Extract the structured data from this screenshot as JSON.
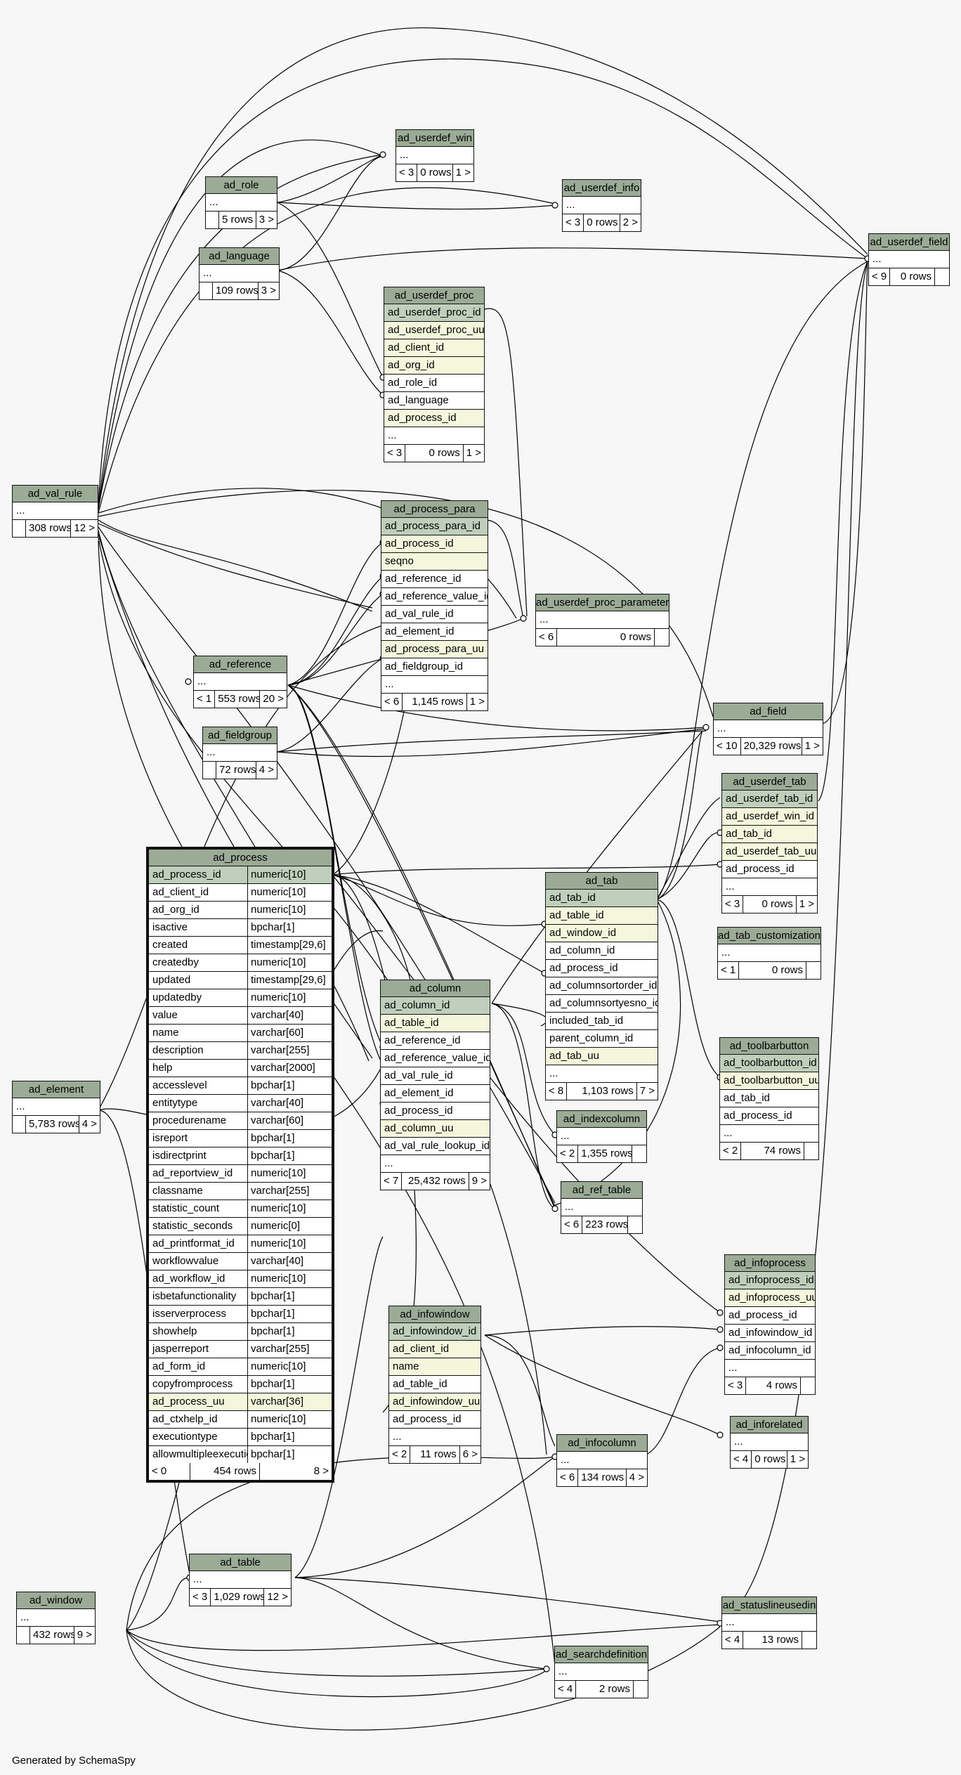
{
  "tables": [
    {
      "id": "ad_userdef_win",
      "name": "ad_userdef_win",
      "rows": [
        "..."
      ],
      "footer": [
        "< 3",
        "0 rows",
        "1 >"
      ]
    },
    {
      "id": "ad_role",
      "name": "ad_role",
      "rows": [
        "..."
      ],
      "footer": [
        "",
        "5 rows",
        "3 >"
      ]
    },
    {
      "id": "ad_userdef_info",
      "name": "ad_userdef_info",
      "rows": [
        "..."
      ],
      "footer": [
        "< 3",
        "0 rows",
        "2 >"
      ]
    },
    {
      "id": "ad_language",
      "name": "ad_language",
      "rows": [
        "..."
      ],
      "footer": [
        "",
        "109 rows",
        "3 >"
      ]
    },
    {
      "id": "ad_userdef_field",
      "name": "ad_userdef_field",
      "rows": [
        "..."
      ],
      "footer": [
        "< 9",
        "0 rows",
        ""
      ]
    },
    {
      "id": "ad_userdef_proc",
      "name": "ad_userdef_proc",
      "rows": [
        {
          "n": "ad_userdef_proc_id",
          "k": "pk"
        },
        {
          "n": "ad_userdef_proc_uu",
          "k": "uk"
        },
        {
          "n": "ad_client_id",
          "k": "uk"
        },
        {
          "n": "ad_org_id",
          "k": "uk"
        },
        {
          "n": "ad_role_id"
        },
        {
          "n": "ad_language"
        },
        {
          "n": "ad_process_id",
          "k": "uk"
        },
        {
          "n": "..."
        }
      ],
      "footer": [
        "< 3",
        "0 rows",
        "1 >"
      ]
    },
    {
      "id": "ad_val_rule",
      "name": "ad_val_rule",
      "rows": [
        "..."
      ],
      "footer": [
        "",
        "308 rows",
        "12 >"
      ]
    },
    {
      "id": "ad_process_para",
      "name": "ad_process_para",
      "rows": [
        {
          "n": "ad_process_para_id",
          "k": "pk"
        },
        {
          "n": "ad_process_id",
          "k": "uk"
        },
        {
          "n": "seqno",
          "k": "uk"
        },
        {
          "n": "ad_reference_id"
        },
        {
          "n": "ad_reference_value_id"
        },
        {
          "n": "ad_val_rule_id"
        },
        {
          "n": "ad_element_id"
        },
        {
          "n": "ad_process_para_uu",
          "k": "uk"
        },
        {
          "n": "ad_fieldgroup_id"
        },
        {
          "n": "..."
        }
      ],
      "footer": [
        "< 6",
        "1,145 rows",
        "1 >"
      ]
    },
    {
      "id": "ad_userdef_proc_parameter",
      "name": "ad_userdef_proc_parameter",
      "rows": [
        "..."
      ],
      "footer": [
        "< 6",
        "0 rows",
        ""
      ]
    },
    {
      "id": "ad_reference",
      "name": "ad_reference",
      "rows": [
        "..."
      ],
      "footer": [
        "< 1",
        "553 rows",
        "20 >"
      ]
    },
    {
      "id": "ad_field",
      "name": "ad_field",
      "rows": [
        "..."
      ],
      "footer": [
        "< 10",
        "20,329 rows",
        "1 >"
      ]
    },
    {
      "id": "ad_fieldgroup",
      "name": "ad_fieldgroup",
      "rows": [
        "..."
      ],
      "footer": [
        "",
        "72 rows",
        "4 >"
      ]
    },
    {
      "id": "ad_userdef_tab",
      "name": "ad_userdef_tab",
      "rows": [
        {
          "n": "ad_userdef_tab_id",
          "k": "pk"
        },
        {
          "n": "ad_userdef_win_id",
          "k": "uk"
        },
        {
          "n": "ad_tab_id",
          "k": "uk"
        },
        {
          "n": "ad_userdef_tab_uu",
          "k": "uk"
        },
        {
          "n": "ad_process_id"
        },
        {
          "n": "..."
        }
      ],
      "footer": [
        "< 3",
        "0 rows",
        "1 >"
      ]
    },
    {
      "id": "ad_tab",
      "name": "ad_tab",
      "rows": [
        {
          "n": "ad_tab_id",
          "k": "pk"
        },
        {
          "n": "ad_table_id",
          "k": "uk"
        },
        {
          "n": "ad_window_id",
          "k": "uk"
        },
        {
          "n": "ad_column_id"
        },
        {
          "n": "ad_process_id"
        },
        {
          "n": "ad_columnsortorder_id"
        },
        {
          "n": "ad_columnsortyesno_id"
        },
        {
          "n": "included_tab_id"
        },
        {
          "n": "parent_column_id"
        },
        {
          "n": "ad_tab_uu",
          "k": "uk"
        },
        {
          "n": "..."
        }
      ],
      "footer": [
        "< 8",
        "1,103 rows",
        "7 >"
      ]
    },
    {
      "id": "ad_tab_customization",
      "name": "ad_tab_customization",
      "rows": [
        "..."
      ],
      "footer": [
        "< 1",
        "0 rows",
        ""
      ]
    },
    {
      "id": "ad_column",
      "name": "ad_column",
      "rows": [
        {
          "n": "ad_column_id",
          "k": "pk"
        },
        {
          "n": "ad_table_id",
          "k": "uk"
        },
        {
          "n": "ad_reference_id"
        },
        {
          "n": "ad_reference_value_id"
        },
        {
          "n": "ad_val_rule_id"
        },
        {
          "n": "ad_element_id"
        },
        {
          "n": "ad_process_id"
        },
        {
          "n": "ad_column_uu",
          "k": "uk"
        },
        {
          "n": "ad_val_rule_lookup_id"
        },
        {
          "n": "..."
        }
      ],
      "footer": [
        "< 7",
        "25,432 rows",
        "9 >"
      ]
    },
    {
      "id": "ad_toolbarbutton",
      "name": "ad_toolbarbutton",
      "rows": [
        {
          "n": "ad_toolbarbutton_id",
          "k": "pk"
        },
        {
          "n": "ad_toolbarbutton_uu",
          "k": "uk"
        },
        {
          "n": "ad_tab_id"
        },
        {
          "n": "ad_process_id"
        },
        {
          "n": "..."
        }
      ],
      "footer": [
        "< 2",
        "74 rows",
        ""
      ]
    },
    {
      "id": "ad_element",
      "name": "ad_element",
      "rows": [
        "..."
      ],
      "footer": [
        "",
        "5,783 rows",
        "4 >"
      ]
    },
    {
      "id": "ad_indexcolumn",
      "name": "ad_indexcolumn",
      "rows": [
        "..."
      ],
      "footer": [
        "< 2",
        "1,355 rows",
        ""
      ]
    },
    {
      "id": "ad_ref_table",
      "name": "ad_ref_table",
      "rows": [
        "..."
      ],
      "footer": [
        "< 6",
        "223 rows",
        ""
      ]
    },
    {
      "id": "ad_infoprocess",
      "name": "ad_infoprocess",
      "rows": [
        {
          "n": "ad_infoprocess_id",
          "k": "pk"
        },
        {
          "n": "ad_infoprocess_uu",
          "k": "uk"
        },
        {
          "n": "ad_process_id"
        },
        {
          "n": "ad_infowindow_id"
        },
        {
          "n": "ad_infocolumn_id"
        },
        {
          "n": "..."
        }
      ],
      "footer": [
        "< 3",
        "4 rows",
        ""
      ]
    },
    {
      "id": "ad_infowindow",
      "name": "ad_infowindow",
      "rows": [
        {
          "n": "ad_infowindow_id",
          "k": "pk"
        },
        {
          "n": "ad_client_id",
          "k": "uk"
        },
        {
          "n": "name",
          "k": "uk"
        },
        {
          "n": "ad_table_id"
        },
        {
          "n": "ad_infowindow_uu",
          "k": "uk"
        },
        {
          "n": "ad_process_id"
        },
        {
          "n": "..."
        }
      ],
      "footer": [
        "< 2",
        "11 rows",
        "6 >"
      ]
    },
    {
      "id": "ad_inforelated",
      "name": "ad_inforelated",
      "rows": [
        "..."
      ],
      "footer": [
        "< 4",
        "0 rows",
        "1 >"
      ]
    },
    {
      "id": "ad_infocolumn",
      "name": "ad_infocolumn",
      "rows": [
        "..."
      ],
      "footer": [
        "< 6",
        "134 rows",
        "4 >"
      ]
    },
    {
      "id": "ad_table",
      "name": "ad_table",
      "rows": [
        "..."
      ],
      "footer": [
        "< 3",
        "1,029 rows",
        "12 >"
      ]
    },
    {
      "id": "ad_window",
      "name": "ad_window",
      "rows": [
        "..."
      ],
      "footer": [
        "",
        "432 rows",
        "9 >"
      ]
    },
    {
      "id": "ad_statuslineusedin",
      "name": "ad_statuslineusedin",
      "rows": [
        "..."
      ],
      "footer": [
        "< 4",
        "13 rows",
        ""
      ]
    },
    {
      "id": "ad_searchdefinition",
      "name": "ad_searchdefinition",
      "rows": [
        "..."
      ],
      "footer": [
        "< 4",
        "2 rows",
        ""
      ]
    }
  ],
  "ad_process": {
    "name": "ad_process",
    "columns": [
      {
        "n": "ad_process_id",
        "t": "numeric[10]",
        "k": "pk"
      },
      {
        "n": "ad_client_id",
        "t": "numeric[10]"
      },
      {
        "n": "ad_org_id",
        "t": "numeric[10]"
      },
      {
        "n": "isactive",
        "t": "bpchar[1]"
      },
      {
        "n": "created",
        "t": "timestamp[29,6]"
      },
      {
        "n": "createdby",
        "t": "numeric[10]"
      },
      {
        "n": "updated",
        "t": "timestamp[29,6]"
      },
      {
        "n": "updatedby",
        "t": "numeric[10]"
      },
      {
        "n": "value",
        "t": "varchar[40]"
      },
      {
        "n": "name",
        "t": "varchar[60]"
      },
      {
        "n": "description",
        "t": "varchar[255]"
      },
      {
        "n": "help",
        "t": "varchar[2000]"
      },
      {
        "n": "accesslevel",
        "t": "bpchar[1]"
      },
      {
        "n": "entitytype",
        "t": "varchar[40]"
      },
      {
        "n": "procedurename",
        "t": "varchar[60]"
      },
      {
        "n": "isreport",
        "t": "bpchar[1]"
      },
      {
        "n": "isdirectprint",
        "t": "bpchar[1]"
      },
      {
        "n": "ad_reportview_id",
        "t": "numeric[10]"
      },
      {
        "n": "classname",
        "t": "varchar[255]"
      },
      {
        "n": "statistic_count",
        "t": "numeric[10]"
      },
      {
        "n": "statistic_seconds",
        "t": "numeric[0]"
      },
      {
        "n": "ad_printformat_id",
        "t": "numeric[10]"
      },
      {
        "n": "workflowvalue",
        "t": "varchar[40]"
      },
      {
        "n": "ad_workflow_id",
        "t": "numeric[10]"
      },
      {
        "n": "isbetafunctionality",
        "t": "bpchar[1]"
      },
      {
        "n": "isserverprocess",
        "t": "bpchar[1]"
      },
      {
        "n": "showhelp",
        "t": "bpchar[1]"
      },
      {
        "n": "jasperreport",
        "t": "varchar[255]"
      },
      {
        "n": "ad_form_id",
        "t": "numeric[10]"
      },
      {
        "n": "copyfromprocess",
        "t": "bpchar[1]"
      },
      {
        "n": "ad_process_uu",
        "t": "varchar[36]",
        "k": "uk"
      },
      {
        "n": "ad_ctxhelp_id",
        "t": "numeric[10]"
      },
      {
        "n": "executiontype",
        "t": "bpchar[1]"
      },
      {
        "n": "allowmultipleexecution",
        "t": "bpchar[1]"
      }
    ],
    "footer": [
      "< 0",
      "454 rows",
      "8 >"
    ]
  },
  "footer_text": "Generated by SchemaSpy",
  "colors": {
    "header": "#9bab96",
    "primary_key": "#bfcfbb",
    "unique_key": "#f4f7dc",
    "background": "#f7f7f7",
    "line": "#000000"
  }
}
